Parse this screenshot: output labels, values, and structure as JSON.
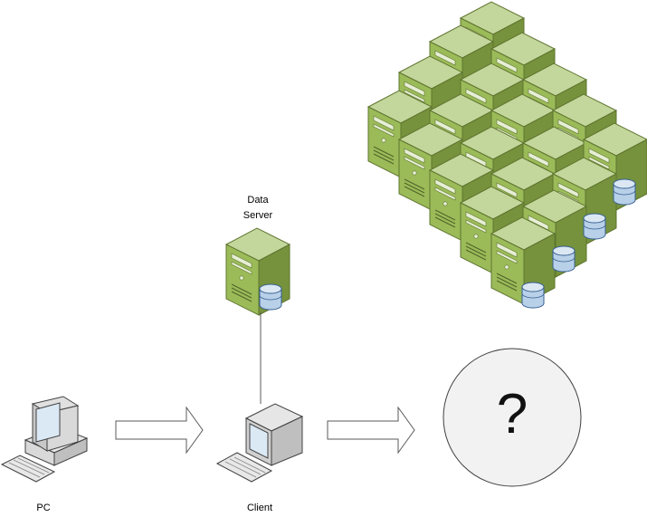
{
  "labels": {
    "data_server_line1": "Data",
    "data_server_line2": "Server",
    "pc": "PC",
    "client": "Client",
    "unknown": "?"
  },
  "colors": {
    "server_front": "#9bbb59",
    "server_side": "#76923c",
    "server_top": "#c3d69b",
    "cylinder": "#b8d0e8",
    "arrow_fill": "#ffffff",
    "outline": "#404040",
    "circle_fill": "#f2f2f2"
  },
  "icons": [
    "server-icon",
    "database-icon",
    "pc-icon",
    "client-icon",
    "right-arrow-icon",
    "question-circle-icon"
  ]
}
